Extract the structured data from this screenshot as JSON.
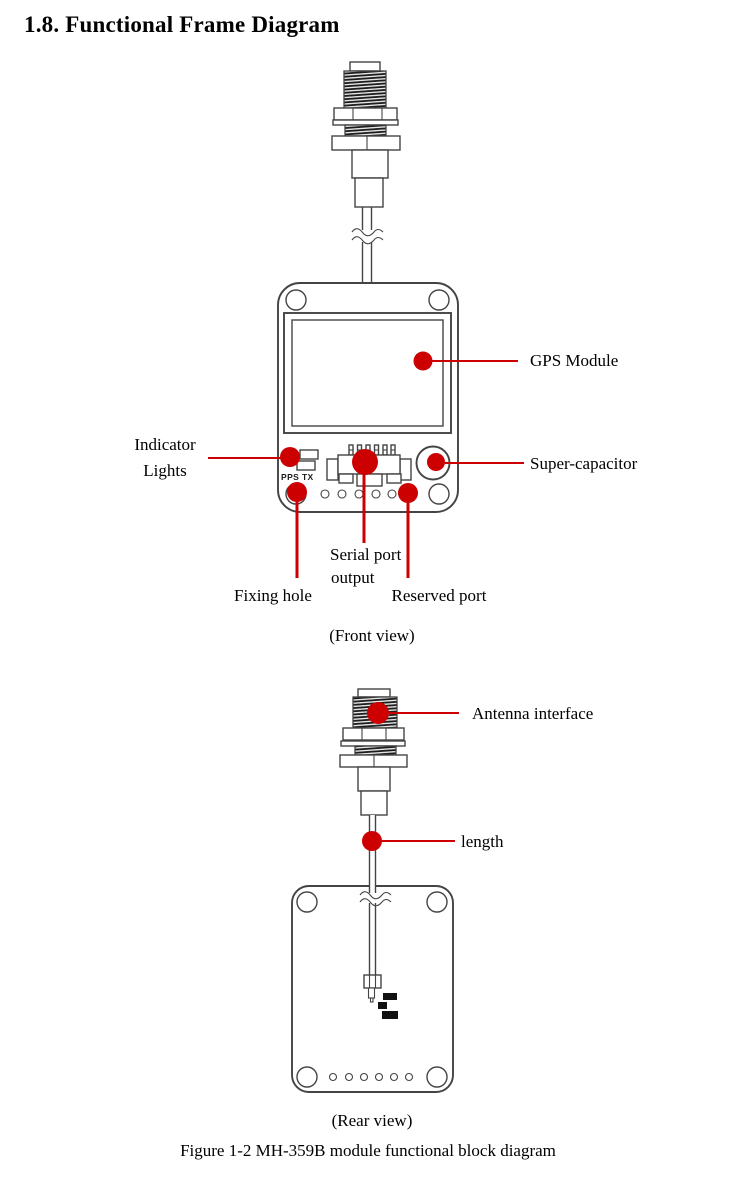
{
  "title": "1.8. Functional Frame Diagram",
  "colors": {
    "accent": "#cc0000",
    "line_art": "#444444",
    "text": "#000000"
  },
  "front_view": {
    "caption": "(Front view)",
    "board_silkscreen": "PPS TX",
    "callouts": {
      "gps_module": "GPS Module",
      "indicator_lights": [
        "Indicator",
        "Lights"
      ],
      "super_capacitor": "Super-capacitor",
      "fixing_hole": "Fixing hole",
      "serial_port_output": [
        "Serial port",
        "output"
      ],
      "reserved_port": "Reserved port"
    }
  },
  "rear_view": {
    "caption": "(Rear view)",
    "callouts": {
      "antenna_interface": "Antenna interface",
      "length": "length"
    }
  },
  "figure_caption": "Figure 1-2 MH-359B module functional block diagram"
}
